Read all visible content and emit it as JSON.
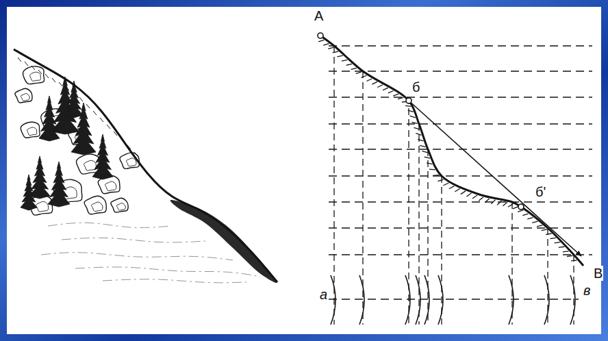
{
  "diagram": {
    "labels": [
      "А",
      "б",
      "б'",
      "В",
      "в",
      "а"
    ]
  }
}
